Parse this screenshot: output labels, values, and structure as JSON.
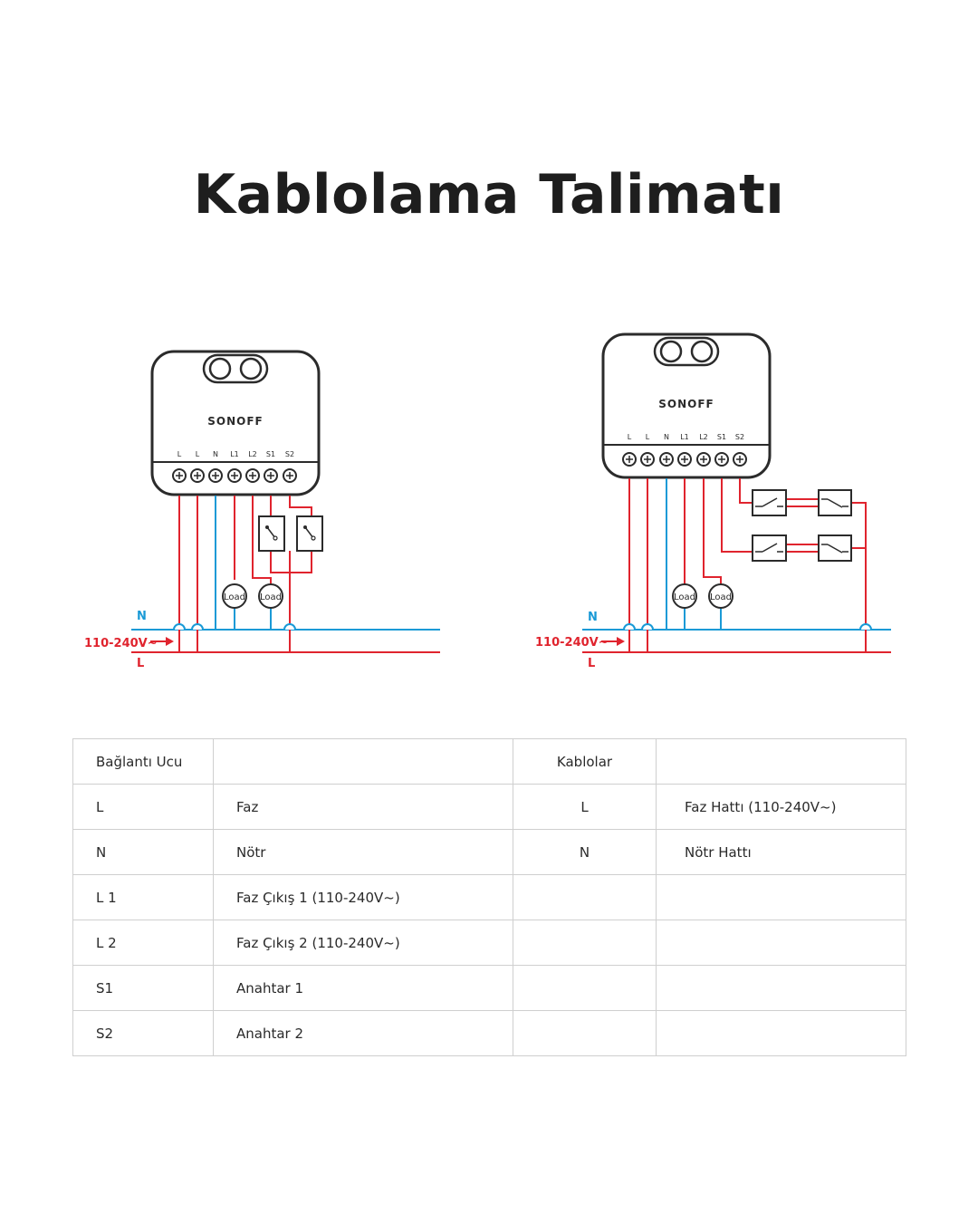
{
  "title": "Kablolama Talimatı",
  "device": {
    "brand": "SONOFF",
    "terminals": [
      "L",
      "L",
      "N",
      "L1",
      "L2",
      "S1",
      "S2"
    ]
  },
  "diagram": {
    "neutral_label": "N",
    "line_label": "L",
    "voltage_label": "110-240V~",
    "load_label": "Load"
  },
  "colors": {
    "line": "#e0242e",
    "neutral": "#1a9ad6",
    "outline": "#2b2b2b"
  },
  "table": {
    "header": [
      "Bağlantı Ucu",
      "",
      "Kablolar",
      ""
    ],
    "rows": [
      [
        "L",
        "Faz",
        "L",
        "Faz Hattı (110-240V~)"
      ],
      [
        "N",
        "Nötr",
        "N",
        "Nötr Hattı"
      ],
      [
        "L 1",
        "Faz Çıkış 1 (110-240V~)",
        "",
        ""
      ],
      [
        "L 2",
        "Faz Çıkış 2 (110-240V~)",
        "",
        ""
      ],
      [
        "S1",
        "Anahtar 1",
        "",
        ""
      ],
      [
        "S2",
        "Anahtar 2",
        "",
        ""
      ]
    ]
  }
}
